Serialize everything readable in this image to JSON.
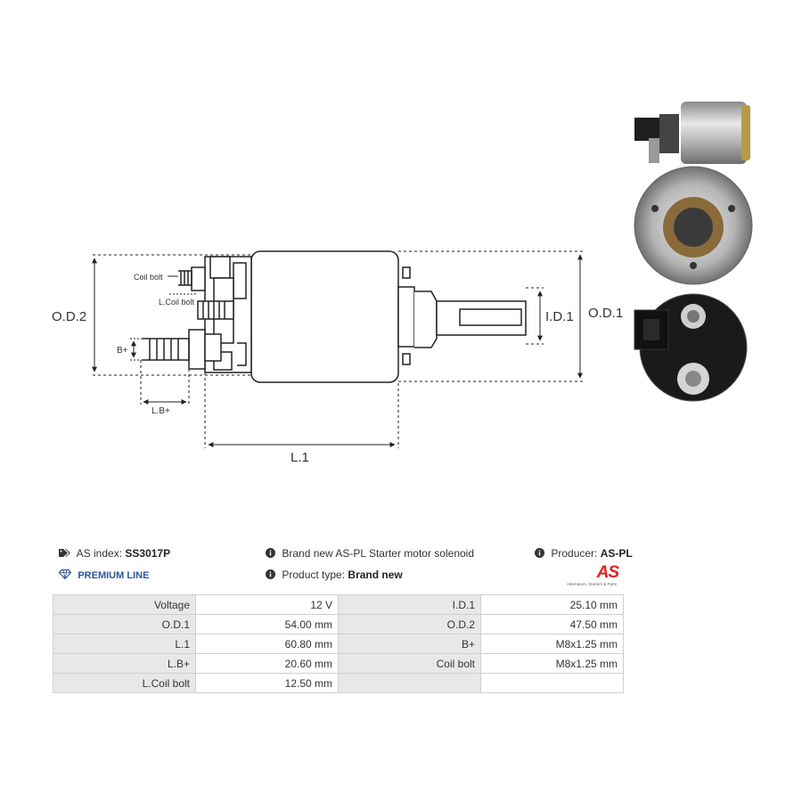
{
  "drawing": {
    "labels": {
      "od2": "O.D.2",
      "od1": "O.D.1",
      "id1": "I.D.1",
      "l1": "L.1",
      "lb": "L.B+",
      "bplus": "B+",
      "coil_bolt": "Coil bolt",
      "l_coil_bolt": "L.Coil bolt"
    }
  },
  "info": {
    "as_index_label": "AS index:",
    "as_index_value": "SS3017P",
    "premium_line": "PREMIUM LINE",
    "description": "Brand new AS-PL Starter motor solenoid",
    "product_type_label": "Product type:",
    "product_type_value": "Brand new",
    "producer_label": "Producer:",
    "producer_value": "AS-PL",
    "logo_mark": "AS",
    "logo_tagline": "Alternators, Starters & Parts"
  },
  "specs": [
    [
      "Voltage",
      "12 V",
      "I.D.1",
      "25.10 mm"
    ],
    [
      "O.D.1",
      "54.00 mm",
      "O.D.2",
      "47.50 mm"
    ],
    [
      "L.1",
      "60.80 mm",
      "B+",
      "M8x1.25 mm"
    ],
    [
      "L.B+",
      "20.60 mm",
      "Coil bolt",
      "M8x1.25 mm"
    ],
    [
      "L.Coil bolt",
      "12.50 mm",
      "",
      ""
    ]
  ],
  "colors": {
    "premium": "#2f5597",
    "logo": "#e2231a"
  }
}
